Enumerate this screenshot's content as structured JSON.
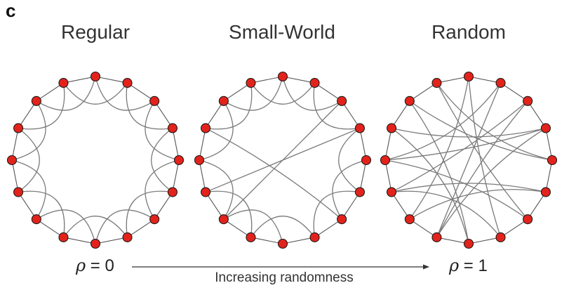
{
  "panel_label": "c",
  "networks": [
    {
      "id": "regular",
      "title": "Regular"
    },
    {
      "id": "small_world",
      "title": "Small-World"
    },
    {
      "id": "random",
      "title": "Random"
    }
  ],
  "scale": {
    "left_symbol": "ρ",
    "left_value": "= 0",
    "right_symbol": "ρ",
    "right_value": "= 1",
    "caption": "Increasing randomness"
  },
  "colors": {
    "node_fill": "#e3231b",
    "node_stroke": "#1a1a1a",
    "edge": "#7a7a7a",
    "ring": "#555555"
  }
}
